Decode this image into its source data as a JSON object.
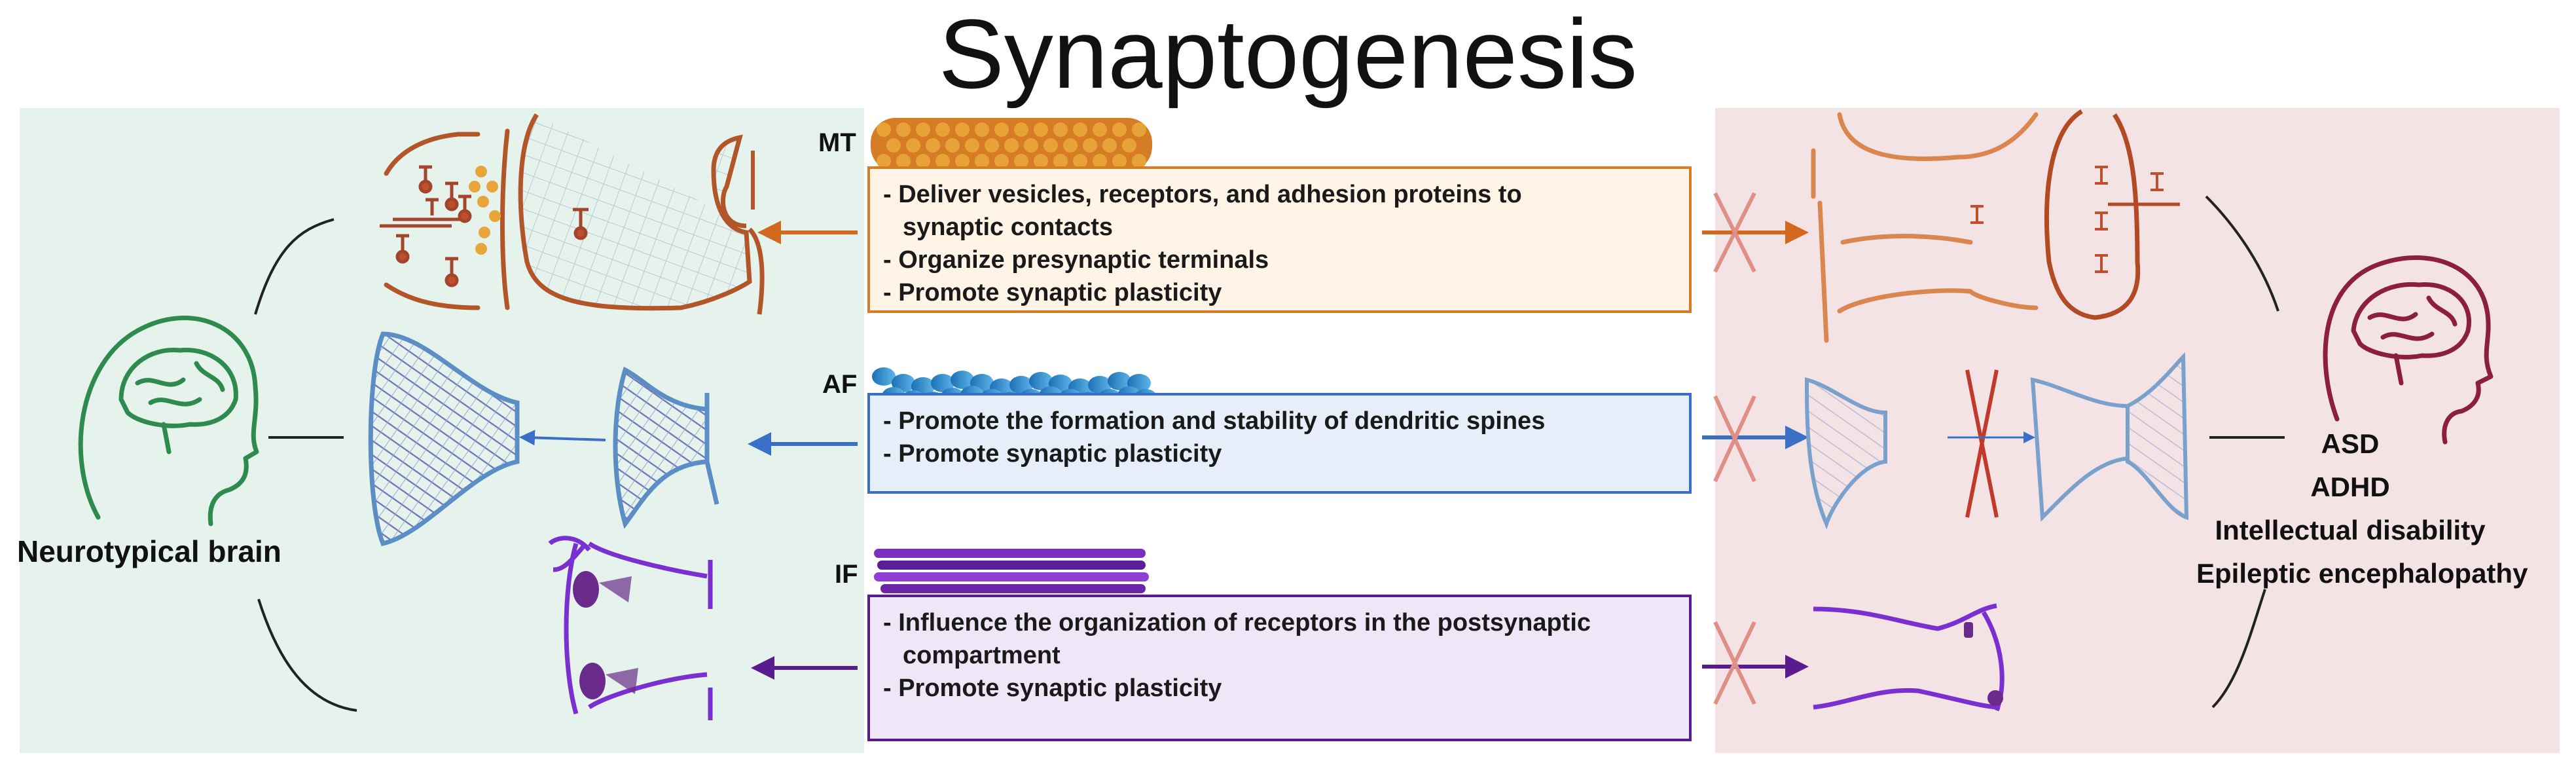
{
  "title": "Synaptogenesis",
  "left_caption": "Neurotypical brain",
  "disorders": [
    "ASD",
    "ADHD",
    "Intellectual disability",
    "Epileptic encephalopathy"
  ],
  "filaments": [
    {
      "abbr": "MT",
      "lines": [
        "- Deliver vesicles, receptors, and adhesion proteins to",
        "synaptic contacts",
        "- Organize presynaptic terminals",
        "- Promote synaptic plasticity"
      ]
    },
    {
      "abbr": "AF",
      "lines": [
        "- Promote the formation and stability of dendritic spines",
        "- Promote synaptic plasticity"
      ]
    },
    {
      "abbr": "IF",
      "lines": [
        "- Influence the organization of receptors in the postsynaptic",
        "compartment",
        "- Promote synaptic plasticity"
      ]
    }
  ],
  "colors": {
    "mt": "#d2691e",
    "af": "#3a6fc8",
    "if": "#5a1a90",
    "left_panel": "#e5f3ec",
    "right_panel": "#f4e3e5",
    "mt_box_bg": "#fff4e6",
    "af_box_bg": "#e6eef9",
    "if_box_bg": "#efe6f7",
    "healthy_brain": "#2f8a4f",
    "disorder_brain": "#8c1f3c",
    "cross": "#e08f87"
  }
}
